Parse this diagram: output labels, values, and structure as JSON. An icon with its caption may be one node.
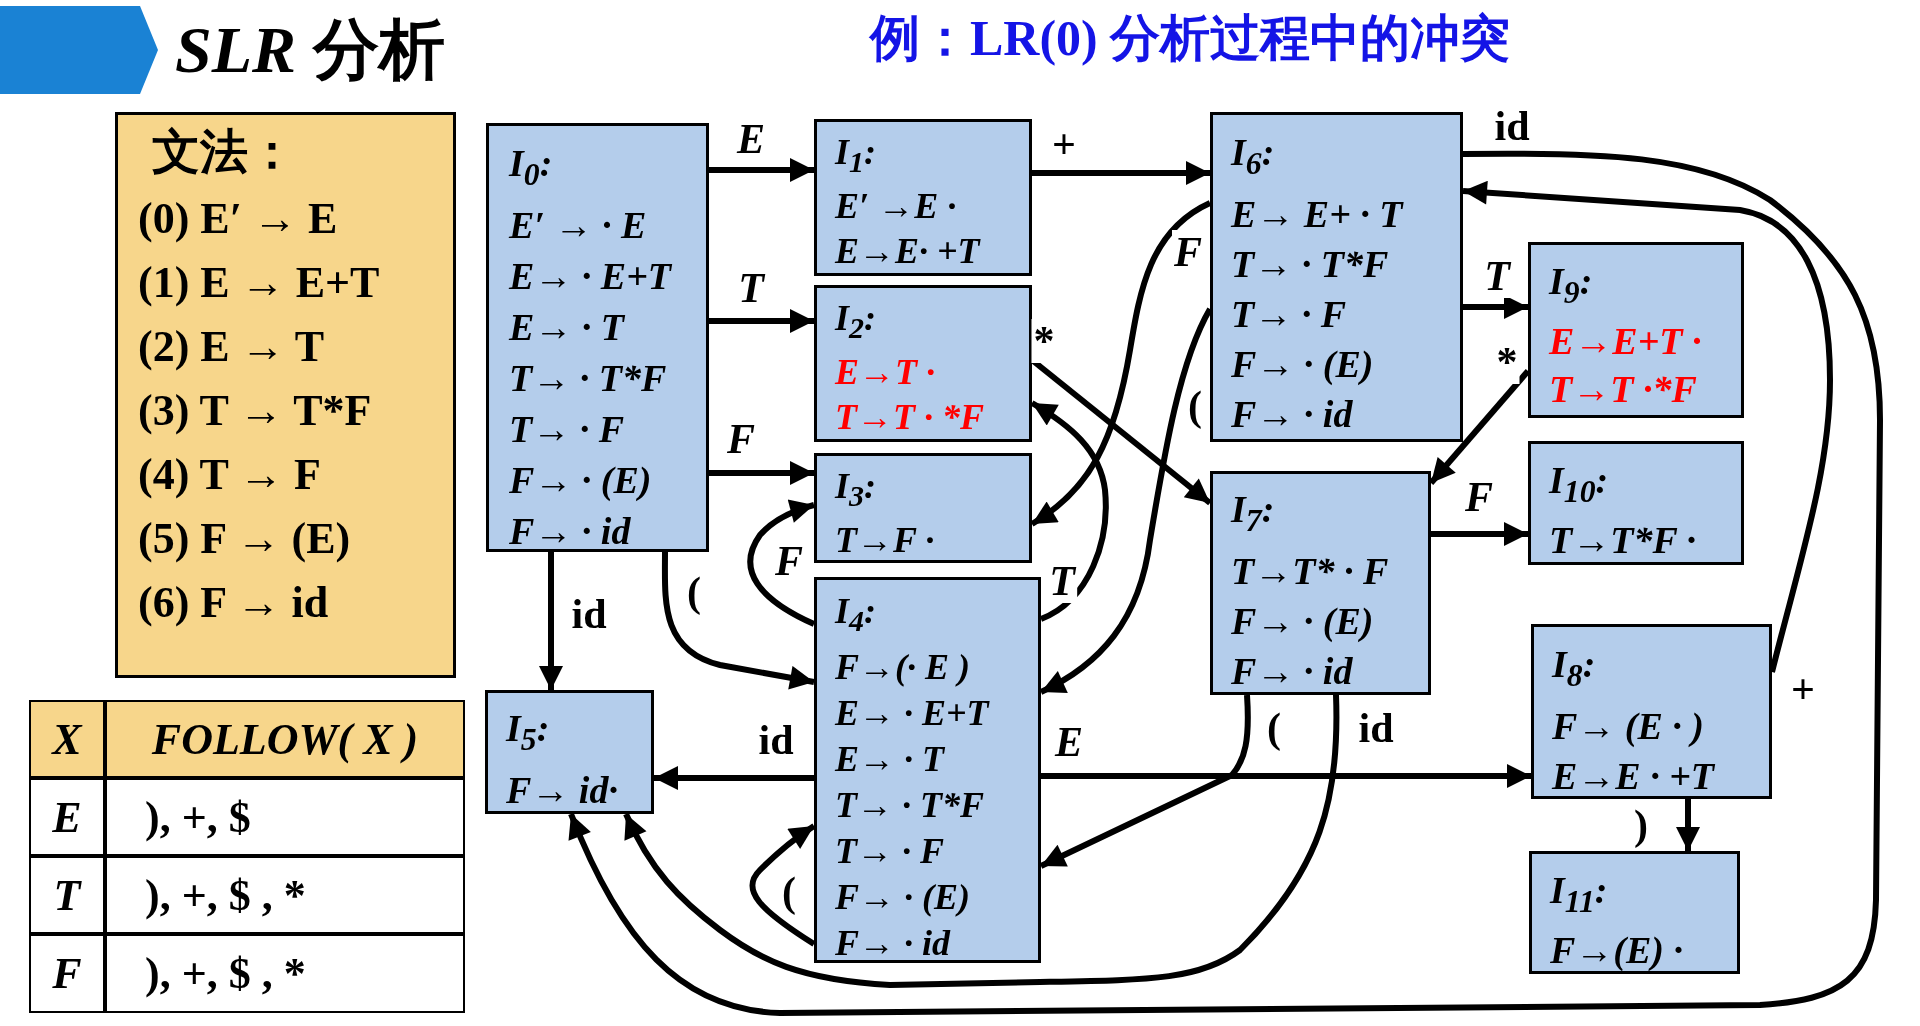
{
  "diagram": {
    "title": "*SLR* 分析",
    "nodes": [
      {
        "text": [
          "文法：",
          "(0) E′ → E",
          "(1) E → E+T",
          "(2) E → T",
          "(3) T → T*F",
          "(4) T → F",
          "(5) F → (E)",
          "(6) F → id"
        ]
      },
      {
        "text": [
          "I$_{0}$:",
          "E′ → · E",
          "E→ · E+T",
          "E→ · T",
          "T→ · T*F",
          "T→ · F",
          "F→ · (E)",
          "F→ · id"
        ]
      },
      {
        "text": [
          "I$_{1}$:",
          "E′ →E ·",
          "E→E· +T"
        ]
      },
      {
        "text": [
          "I$_{2}$:",
          "E→T ·",
          "T→T · *F"
        ]
      },
      {
        "text": [
          "I$_{3}$:",
          "T→F ·"
        ]
      },
      {
        "text": [
          "I$_{4}$:",
          "F→(· E )",
          "E→ · E+T",
          "E→ · T",
          "T→ · T*F",
          "T→ · F",
          "F→ · (E)",
          "F→ · id"
        ]
      },
      {
        "text": [
          "I$_{5}$:",
          "F→ id·"
        ]
      },
      {
        "text": [
          "I$_{6}$:",
          "E→ E+ · T",
          "T→ · T*F",
          "T→ · F",
          "F→ · (E)",
          "F→ · id"
        ]
      },
      {
        "text": [
          "I$_{7}$:",
          "T→T* · F",
          "F→ · (E)",
          "F→ · id"
        ]
      },
      {
        "text": [
          "I$_{8}$:",
          "F→ (E · )",
          "E→E · +T"
        ]
      },
      {
        "text": [
          "I$_{9}$:",
          "E→E+T ·",
          "T→T ·*F"
        ]
      },
      {
        "text": [
          "I$_{10}$:",
          "T→T*F ·"
        ]
      },
      {
        "text": [
          "I$_{11}$:",
          "F→(E) ·"
        ]
      }
    ],
    "edges": [
      {
        "from": 1,
        "to": 2,
        "arrow": "to",
        "label": "E"
      },
      {
        "from": 1,
        "to": 3,
        "arrow": "to",
        "label": "T"
      },
      {
        "from": 1,
        "to": 4,
        "arrow": "to",
        "label": "F"
      },
      {
        "from": 1,
        "to": 6,
        "arrow": "to",
        "label": "id"
      },
      {
        "from": 1,
        "to": 5,
        "arrow": "to",
        "label": "("
      },
      {
        "from": 2,
        "to": 7,
        "arrow": "to",
        "label": "+"
      },
      {
        "from": 3,
        "to": 8,
        "arrow": "to",
        "label": "*"
      },
      {
        "from": 5,
        "to": 4,
        "arrow": "to",
        "label": "F"
      },
      {
        "from": 5,
        "to": 3,
        "arrow": "to",
        "label": "T"
      },
      {
        "from": 5,
        "to": 6,
        "arrow": "to",
        "label": "id"
      },
      {
        "from": 5,
        "to": 5,
        "arrow": "to",
        "label": "("
      },
      {
        "from": 5,
        "to": 9,
        "arrow": "to",
        "label": "E"
      },
      {
        "from": 7,
        "to": 4,
        "arrow": "to",
        "label": "F"
      },
      {
        "from": 7,
        "to": 5,
        "arrow": "to",
        "label": "("
      },
      {
        "from": 7,
        "to": 10,
        "arrow": "to",
        "label": "T"
      },
      {
        "from": 7,
        "to": 6,
        "arrow": "to",
        "label": "id"
      },
      {
        "from": 8,
        "to": 11,
        "arrow": "to",
        "label": "F"
      },
      {
        "from": 8,
        "to": 5,
        "arrow": "to",
        "label": "("
      },
      {
        "from": 8,
        "to": 6,
        "arrow": "to",
        "label": "id"
      },
      {
        "from": 10,
        "to": 8,
        "arrow": "to",
        "label": "*"
      },
      {
        "from": 9,
        "to": 7,
        "arrow": "to",
        "label": "+"
      },
      {
        "from": 9,
        "to": 12,
        "arrow": "to",
        "label": ")"
      }
    ],
    "labels": [
      "例：LR(0) 分析过程中的冲突",
      "X",
      "FOLLOW( X )",
      "E",
      "), +, $",
      "T",
      "), +, $ , *",
      "F",
      "), +, $ , *"
    ]
  }
}
